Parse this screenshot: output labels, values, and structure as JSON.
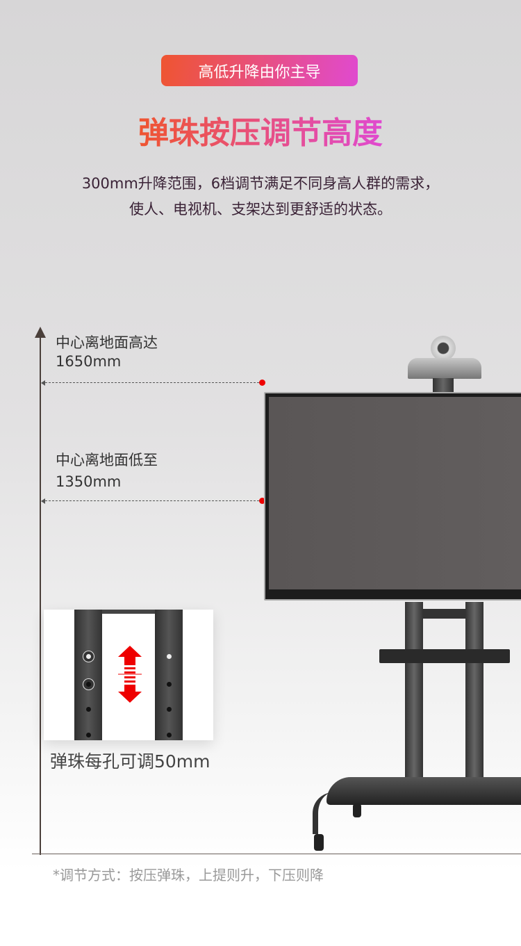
{
  "badge": "高低升降由你主导",
  "title": "弹珠按压调节高度",
  "description": [
    "300mm升降范围，6档调节满足不同身高人群的需求，",
    "使人、电视机、支架达到更舒适的状态。"
  ],
  "height_max": {
    "label": "中心离地面高达",
    "value": "1650mm"
  },
  "height_min": {
    "label": "中心离地面低至",
    "value": "1350mm"
  },
  "inset_caption": "弹珠每孔可调50mm",
  "footnote": "*调节方式：按压弹珠，上提则升，下压则降",
  "colors": {
    "gradient_start": "#ef5530",
    "gradient_end": "#e04ad0",
    "marker": "#e00000"
  }
}
